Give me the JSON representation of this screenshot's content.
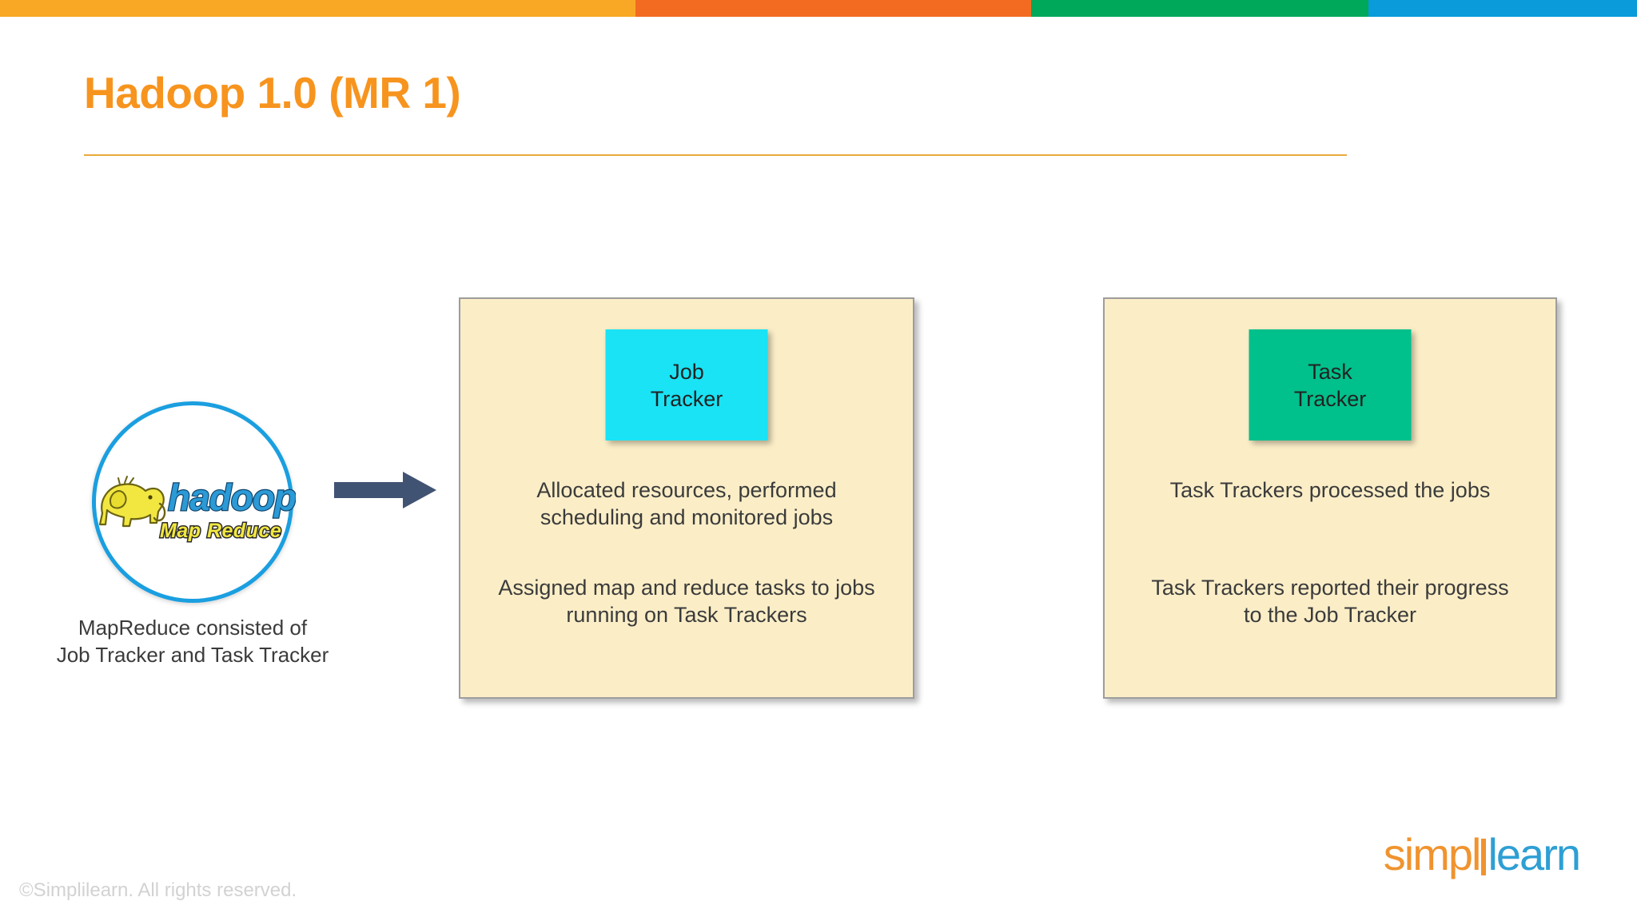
{
  "topbar": {
    "segments": [
      {
        "name": "yellow",
        "color": "#f9a825"
      },
      {
        "name": "orange",
        "color": "#f26b21"
      },
      {
        "name": "green",
        "color": "#00a859"
      },
      {
        "name": "blue",
        "color": "#0a9bdb"
      }
    ]
  },
  "slide": {
    "title": "Hadoop 1.0 (MR 1)",
    "title_color": "#f7941e",
    "rule_color": "#eaaa3c"
  },
  "logo": {
    "icon": "hadoop-mapreduce-logo",
    "wordmark_primary": "hadoop",
    "wordmark_secondary": "Map Reduce",
    "circle_border_color": "#1a9fe0",
    "caption_line1": "MapReduce consisted of",
    "caption_line2": "Job Tracker and Task Tracker"
  },
  "arrow": {
    "icon": "right-arrow-icon",
    "color": "#415373"
  },
  "panels": [
    {
      "id": "jobtracker",
      "node_label_line1": "Job",
      "node_label_line2": "Tracker",
      "node_color": "#19e3f5",
      "text1_line1": "Allocated resources, performed",
      "text1_line2": "scheduling and monitored jobs",
      "text2_line1": "Assigned map and reduce tasks to jobs",
      "text2_line2": "running on Task Trackers"
    },
    {
      "id": "tasktracker",
      "node_label_line1": "Task",
      "node_label_line2": "Tracker",
      "node_color": "#00c08b",
      "text1_line1": "Task Trackers processed the jobs",
      "text1_line2": "",
      "text2_line1": "Task Trackers reported their progress",
      "text2_line2": "to the Job Tracker"
    }
  ],
  "brand": {
    "part1": "simpl",
    "part2": "learn",
    "part1_color": "#f0932f",
    "part2_color": "#2e9fd4"
  },
  "footer": {
    "copyright": "©Simplilearn. All rights reserved."
  }
}
